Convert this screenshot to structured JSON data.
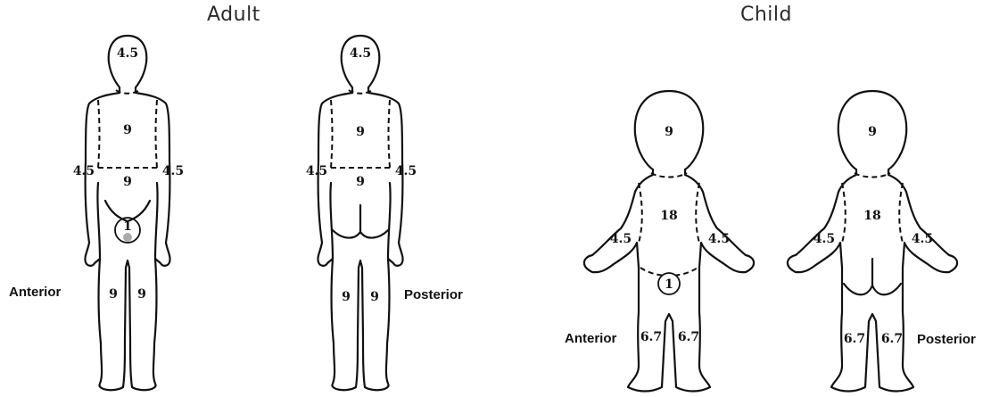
{
  "headings": {
    "adult": "Adult",
    "child": "Child"
  },
  "adult": {
    "anterior": {
      "view_label": "Anterior",
      "head": "4.5",
      "chest": "9",
      "abdomen": "9",
      "arm_left": "4.5",
      "arm_right": "4.5",
      "groin": "1",
      "leg_left": "9",
      "leg_right": "9"
    },
    "posterior": {
      "view_label": "Posterior",
      "head": "4.5",
      "upper_back": "9",
      "lower_back": "9",
      "arm_left": "4.5",
      "arm_right": "4.5",
      "leg_left": "9",
      "leg_right": "9"
    }
  },
  "child": {
    "anterior": {
      "view_label": "Anterior",
      "head": "9",
      "trunk": "18",
      "arm_left": "4.5",
      "arm_right": "4.5",
      "groin": "1",
      "leg_left": "6.7",
      "leg_right": "6.7"
    },
    "posterior": {
      "view_label": "Posterior",
      "head": "9",
      "trunk": "18",
      "arm_left": "4.5",
      "arm_right": "4.5",
      "leg_left": "6.7",
      "leg_right": "6.7"
    }
  }
}
